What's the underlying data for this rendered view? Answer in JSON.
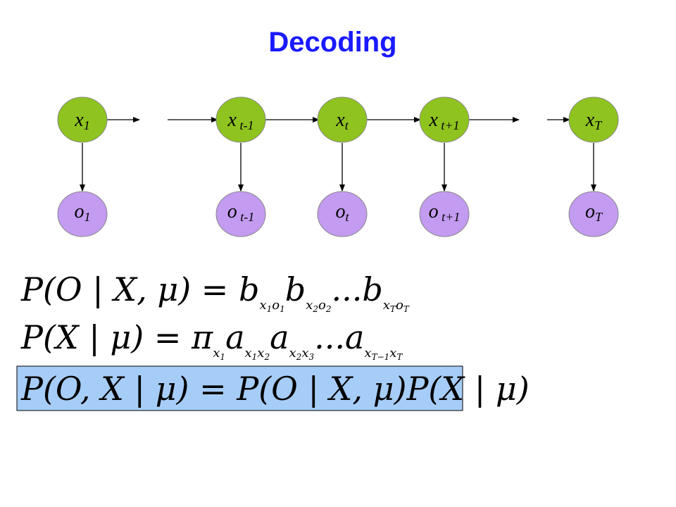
{
  "title": "Decoding",
  "colors": {
    "title": "#1a1aff",
    "hidden_node": "#8fc31f",
    "observed_node": "#c39bf0",
    "highlight_box": "#a6cdf7"
  },
  "hidden_nodes": [
    {
      "base": "x",
      "sub": "1"
    },
    {
      "base": "x",
      "sub": " t-1"
    },
    {
      "base": "x",
      "sub": "t"
    },
    {
      "base": "x",
      "sub": " t+1"
    },
    {
      "base": "x",
      "sub": "T"
    }
  ],
  "observed_nodes": [
    {
      "base": "o",
      "sub": "1"
    },
    {
      "base": "o",
      "sub": " t-1"
    },
    {
      "base": "o",
      "sub": "t"
    },
    {
      "base": "o",
      "sub": " t+1"
    },
    {
      "base": "o",
      "sub": "T"
    }
  ],
  "equations": {
    "eq1": {
      "lhs": "P(O | X, μ) = ",
      "terms": [
        "b",
        "b",
        "...b"
      ],
      "subs": [
        [
          "x",
          "1",
          "o",
          "1"
        ],
        [
          "x",
          "2",
          "o",
          "2"
        ],
        [
          "x",
          "T",
          "o",
          "T"
        ]
      ]
    },
    "eq2": {
      "lhs": "P(X | μ) = ",
      "pi": "π",
      "pi_sub": [
        "x",
        "1"
      ],
      "terms": [
        "a",
        "a",
        "...a"
      ],
      "subs": [
        [
          "x",
          "1",
          "x",
          "2"
        ],
        [
          "x",
          "2",
          "x",
          "3"
        ],
        [
          "x",
          "T−1",
          "x",
          "T"
        ]
      ]
    },
    "eq3": "P(O, X | μ) = P(O | X, μ)P(X | μ)"
  }
}
